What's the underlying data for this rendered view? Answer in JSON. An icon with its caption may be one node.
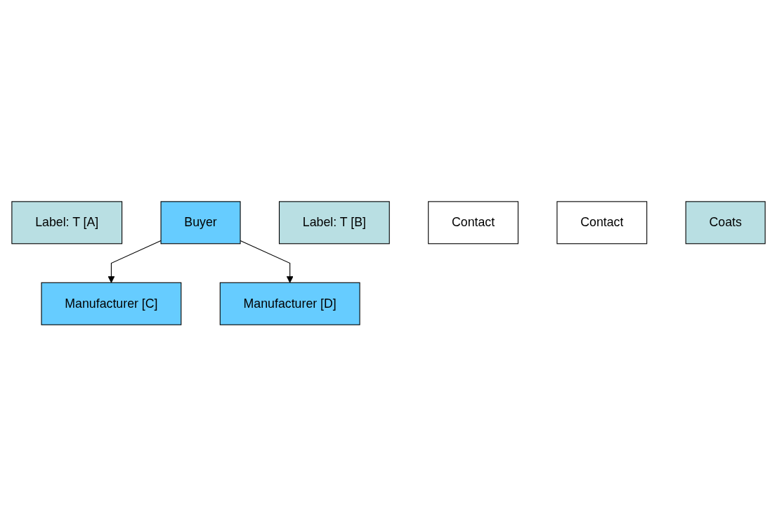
{
  "diagram": {
    "nodes": [
      {
        "text": [
          "Label: T [A]"
        ]
      },
      {
        "text": [
          "Buyer"
        ]
      },
      {
        "text": [
          "Label: T [B]"
        ]
      },
      {
        "text": [
          "Contact"
        ]
      },
      {
        "text": [
          "Contact"
        ]
      },
      {
        "text": [
          "Manufacturer [C]"
        ]
      },
      {
        "text": [
          "Coats"
        ]
      },
      {
        "text": [
          "Manufacturer [D]"
        ]
      }
    ],
    "edges": [
      {
        "from": 1,
        "to": 5,
        "arrow": "to"
      },
      {
        "from": 1,
        "to": 7,
        "arrow": "to"
      }
    ]
  }
}
